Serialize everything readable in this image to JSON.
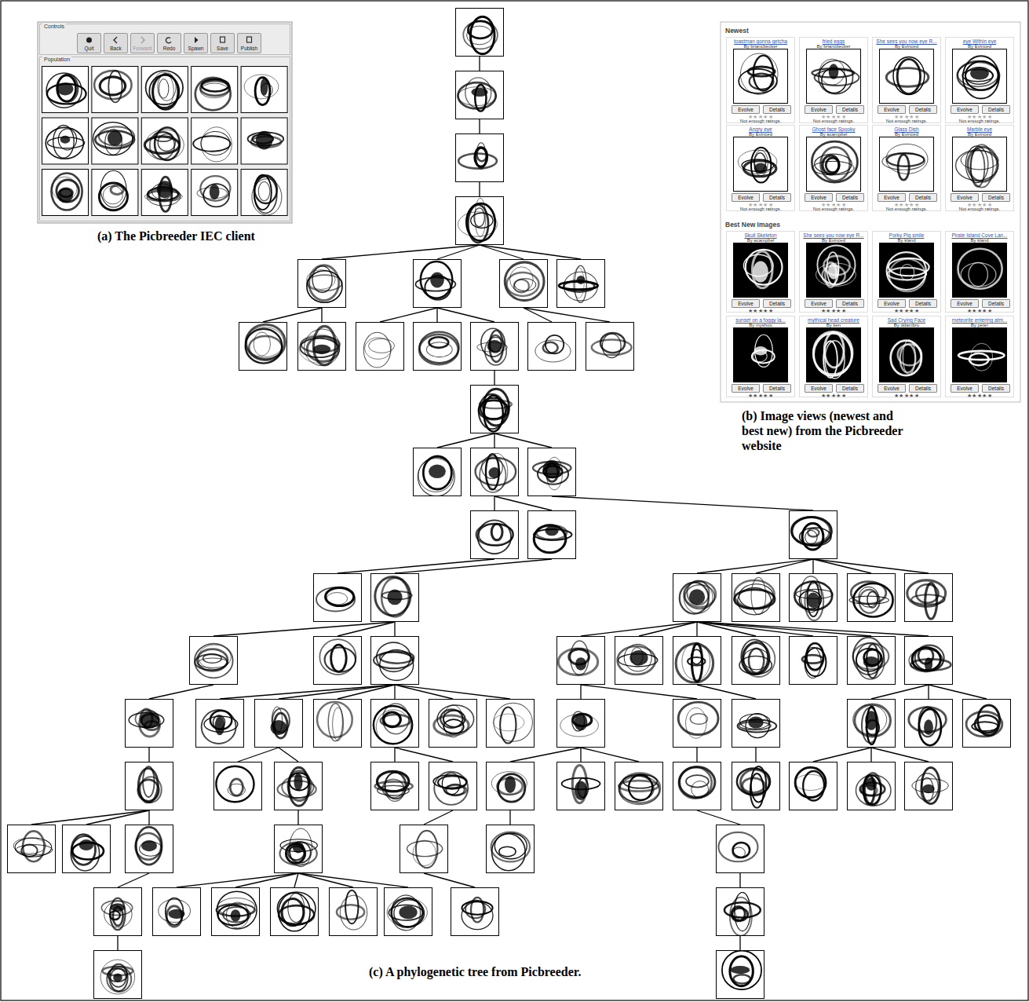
{
  "diagram": {
    "nodes": [
      {
        "text": [
          "Controls"
        ]
      },
      {
        "text": [
          "Quit"
        ],
        "in": 0
      },
      {
        "text": [
          "Back"
        ],
        "in": 0
      },
      {
        "text": [
          "Forward"
        ],
        "in": 0
      },
      {
        "text": [
          "Redo"
        ],
        "in": 0
      },
      {
        "text": [
          "Spawn"
        ],
        "in": 0
      },
      {
        "text": [
          "Save"
        ],
        "in": 0
      },
      {
        "text": [
          "Publish"
        ],
        "in": 0
      },
      {
        "text": [
          "Population"
        ]
      },
      {
        "text": [
          "Newest"
        ]
      },
      {
        "text": [
          "toastman gonna getcha",
          "By briancbecker",
          "★★★★★",
          "Not enough ratings."
        ],
        "in": 9
      },
      {
        "text": [
          "Evolve"
        ],
        "in": 10
      },
      {
        "text": [
          "Details"
        ],
        "in": 10
      },
      {
        "text": [
          "fried eggs",
          "By briancbecker",
          "★★★★★",
          "Not enough ratings."
        ],
        "in": 9
      },
      {
        "text": [
          "Evolve"
        ],
        "in": 13
      },
      {
        "text": [
          "Details"
        ],
        "in": 13
      },
      {
        "text": [
          "She sees you now eye R...",
          "By Evinced",
          "★★★★★",
          "Not enough ratings."
        ],
        "in": 9
      },
      {
        "text": [
          "Evolve"
        ],
        "in": 16
      },
      {
        "text": [
          "Details"
        ],
        "in": 16
      },
      {
        "text": [
          "eye Within eye",
          "By Evinced",
          "★★★★★",
          "Not enough ratings."
        ],
        "in": 9
      },
      {
        "text": [
          "Evolve"
        ],
        "in": 19
      },
      {
        "text": [
          "Details"
        ],
        "in": 19
      },
      {
        "text": [
          "Angry eye",
          "By Evinced",
          "★★★★★",
          "Not enough ratings."
        ],
        "in": 9
      },
      {
        "text": [
          "Evolve"
        ],
        "in": 22
      },
      {
        "text": [
          "Details"
        ],
        "in": 22
      },
      {
        "text": [
          "Ghost face Spooky",
          "By acampbel",
          "★★★★★",
          "Not enough ratings."
        ],
        "in": 9
      },
      {
        "text": [
          "Evolve"
        ],
        "in": 25
      },
      {
        "text": [
          "Details"
        ],
        "in": 25
      },
      {
        "text": [
          "Glass Dish",
          "By Evinced",
          "★★★★★",
          "Not enough ratings."
        ],
        "in": 9
      },
      {
        "text": [
          "Evolve"
        ],
        "in": 28
      },
      {
        "text": [
          "Details"
        ],
        "in": 28
      },
      {
        "text": [
          "Marble eye",
          "By Evinced",
          "★★★★★",
          "Not enough ratings."
        ],
        "in": 9
      },
      {
        "text": [
          "Evolve"
        ],
        "in": 31
      },
      {
        "text": [
          "Details"
        ],
        "in": 31
      },
      {
        "text": [
          "Best New Images"
        ]
      },
      {
        "text": [
          "Skull Skeleton",
          "By acampbel",
          "★★★★★"
        ],
        "in": 34
      },
      {
        "text": [
          "Evolve"
        ],
        "in": 35
      },
      {
        "text": [
          "Details"
        ],
        "in": 35
      },
      {
        "text": [
          "She sees you now eye R...",
          "By Evinced",
          "★★★★★"
        ],
        "in": 34
      },
      {
        "text": [
          "Evolve"
        ],
        "in": 38
      },
      {
        "text": [
          "Details"
        ],
        "in": 38
      },
      {
        "text": [
          "Porky Pig smile",
          "By kland",
          "★★★★★"
        ],
        "in": 34
      },
      {
        "text": [
          "Evolve"
        ],
        "in": 41
      },
      {
        "text": [
          "Details"
        ],
        "in": 41
      },
      {
        "text": [
          "Pirate Island Cove Lan...",
          "By kland",
          "★★★★★"
        ],
        "in": 34
      },
      {
        "text": [
          "Evolve"
        ],
        "in": 44
      },
      {
        "text": [
          "Details"
        ],
        "in": 44
      },
      {
        "text": [
          "sunset on a foggy la...",
          "By myshoo",
          "★★★★★"
        ],
        "in": 34
      },
      {
        "text": [
          "Evolve"
        ],
        "in": 47
      },
      {
        "text": [
          "Details"
        ],
        "in": 47
      },
      {
        "text": [
          "mythical head creature",
          "By ken",
          "★★★★★"
        ],
        "in": 34
      },
      {
        "text": [
          "Evolve"
        ],
        "in": 50
      },
      {
        "text": [
          "Details"
        ],
        "in": 50
      },
      {
        "text": [
          "Sad Crying Face",
          "By ddambro",
          "★★★★★"
        ],
        "in": 34
      },
      {
        "text": [
          "Evolve"
        ],
        "in": 53
      },
      {
        "text": [
          "Details"
        ],
        "in": 53
      },
      {
        "text": [
          "meteorite entering atm...",
          "By peter",
          "★★★★★"
        ],
        "in": 34
      },
      {
        "text": [
          "Evolve"
        ],
        "in": 56
      },
      {
        "text": [
          "Details"
        ],
        "in": 56
      }
    ],
    "labels": [
      "(a) The Picbreeder IEC client",
      "(b) Image views (newest and best new) from the Picbreeder website",
      "(c) A phylogenetic tree from Picbreeder."
    ]
  }
}
